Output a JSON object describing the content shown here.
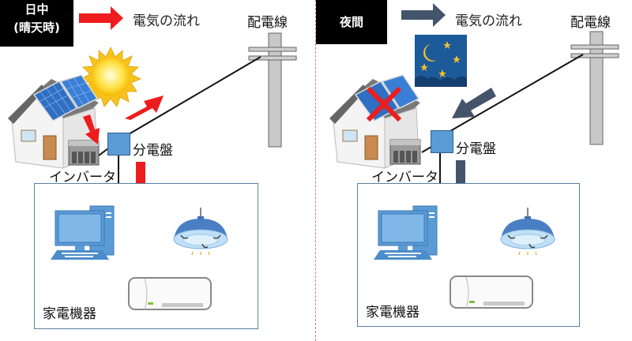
{
  "day": {
    "mode_label_line1": "日中",
    "mode_label_line2": "(晴天時)",
    "legend_label": "電気の流れ",
    "pole_label": "配電線",
    "panel_label": "分電盤",
    "inverter_label": "インバータ",
    "appliances_label": "家電機器",
    "arrow_color": "#ee1c1c",
    "sky_icon": "sun-icon",
    "solar_active": true
  },
  "night": {
    "mode_label_line1": "夜間",
    "legend_label": "電気の流れ",
    "pole_label": "配電線",
    "panel_label": "分電盤",
    "inverter_label": "インバータ",
    "appliances_label": "家電機器",
    "arrow_color": "#44546a",
    "sky_icon": "night-sky-icon",
    "solar_active": false
  }
}
